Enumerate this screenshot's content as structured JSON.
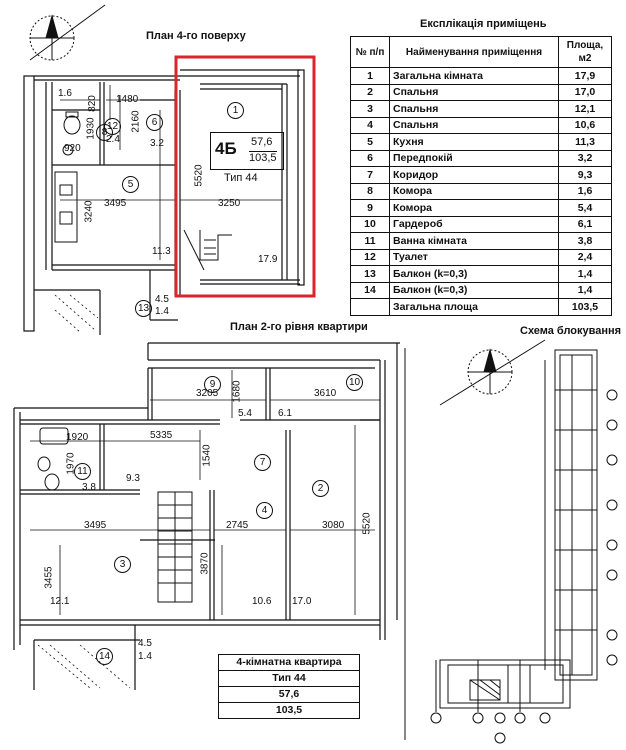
{
  "titles": {
    "floor4": "План 4-го поверху",
    "level2": "План 2-го рівня квартири",
    "explication": "Експлікація приміщень",
    "scheme": "Схема блокування"
  },
  "table": {
    "headers": [
      "№ п/п",
      "Найменування приміщення",
      "Площа, м2"
    ],
    "rows": [
      [
        "1",
        "Загальна кімната",
        "17,9"
      ],
      [
        "2",
        "Спальня",
        "17,0"
      ],
      [
        "3",
        "Спальня",
        "12,1"
      ],
      [
        "4",
        "Спальня",
        "10,6"
      ],
      [
        "5",
        "Кухня",
        "11,3"
      ],
      [
        "6",
        "Передпокій",
        "3,2"
      ],
      [
        "7",
        "Коридор",
        "9,3"
      ],
      [
        "8",
        "Комора",
        "1,6"
      ],
      [
        "9",
        "Комора",
        "5,4"
      ],
      [
        "10",
        "Гардероб",
        "6,1"
      ],
      [
        "11",
        "Ванна кімната",
        "3,8"
      ],
      [
        "12",
        "Туалет",
        "2,4"
      ],
      [
        "13",
        "Балкон (k=0,3)",
        "1,4"
      ],
      [
        "14",
        "Балкон (k=0,3)",
        "1,4"
      ]
    ],
    "total_label": "Загальна площа",
    "total_value": "103,5"
  },
  "badge": {
    "code": "4Б",
    "area1": "57,6",
    "area2": "103,5",
    "type": "Тип 44"
  },
  "floor4": {
    "dims": [
      "1.6",
      "820",
      "1480",
      "2160",
      "1930",
      "920",
      "2.4",
      "3.2",
      "5520",
      "3240",
      "3495",
      "3250",
      "11.3",
      "17.9",
      "4.5",
      "1.4"
    ],
    "rooms": [
      "1",
      "8",
      "6",
      "12",
      "5",
      "13"
    ]
  },
  "level2": {
    "dims": [
      "3205",
      "1680",
      "3610",
      "5.4",
      "6.1",
      "1920",
      "5335",
      "1540",
      "1970",
      "9.3",
      "3.8",
      "3495",
      "2745",
      "3080",
      "5520",
      "3455",
      "3870",
      "12.1",
      "10.6",
      "17.0",
      "4.5",
      "1.4"
    ],
    "rooms": [
      "9",
      "10",
      "7",
      "11",
      "2",
      "4",
      "3",
      "14"
    ]
  },
  "summary": {
    "title": "4-кімнатна квартира",
    "type": "Тип 44",
    "area1": "57,6",
    "area2": "103,5"
  },
  "colors": {
    "highlight": "#d9262c",
    "lines": "#111111"
  }
}
